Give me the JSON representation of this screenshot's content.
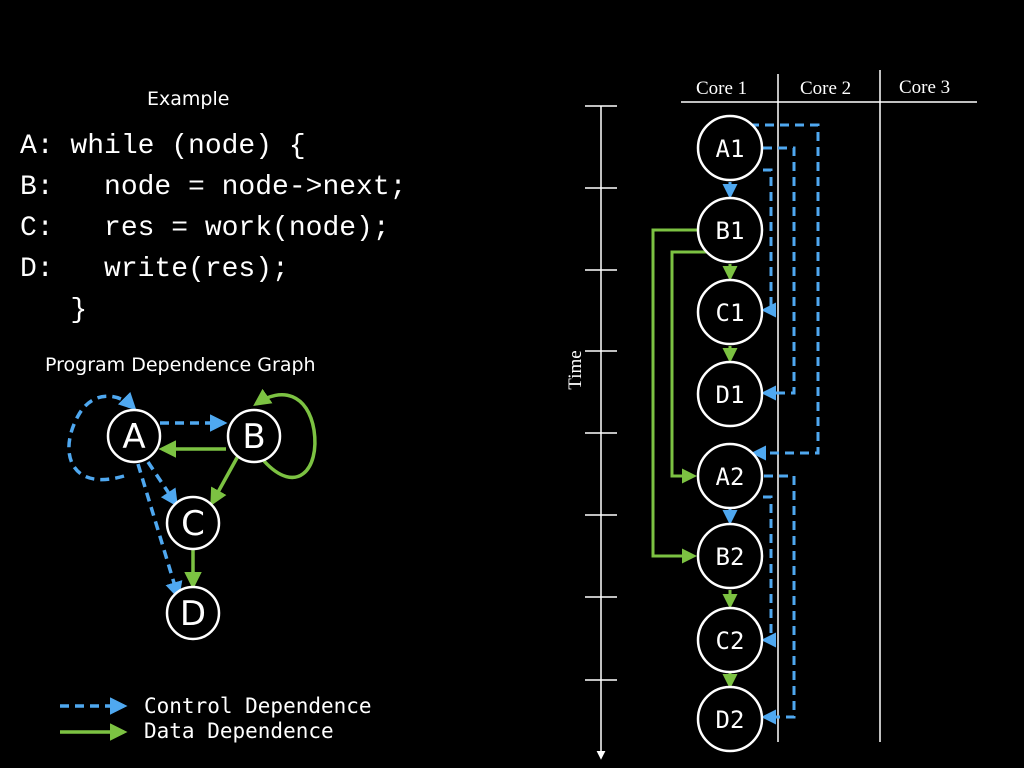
{
  "example_title": "Example",
  "code_lines": [
    "A: while (node) {",
    "B:   node = node->next;",
    "C:   res = work(node);",
    "D:   write(res);",
    "   }"
  ],
  "pdg": {
    "title": "Program Dependence Graph",
    "nodes": [
      "A",
      "B",
      "C",
      "D"
    ]
  },
  "legend": {
    "control": "Control Dependence",
    "data": "Data Dependence"
  },
  "colors": {
    "control": "#4fa8f0",
    "data": "#7cc242",
    "background": "#000000",
    "foreground": "#ffffff"
  },
  "timeline": {
    "cores": [
      "Core 1",
      "Core 2",
      "Core 3"
    ],
    "time_label": "Time",
    "nodes": [
      "A1",
      "B1",
      "C1",
      "D1",
      "A2",
      "B2",
      "C2",
      "D2"
    ]
  }
}
